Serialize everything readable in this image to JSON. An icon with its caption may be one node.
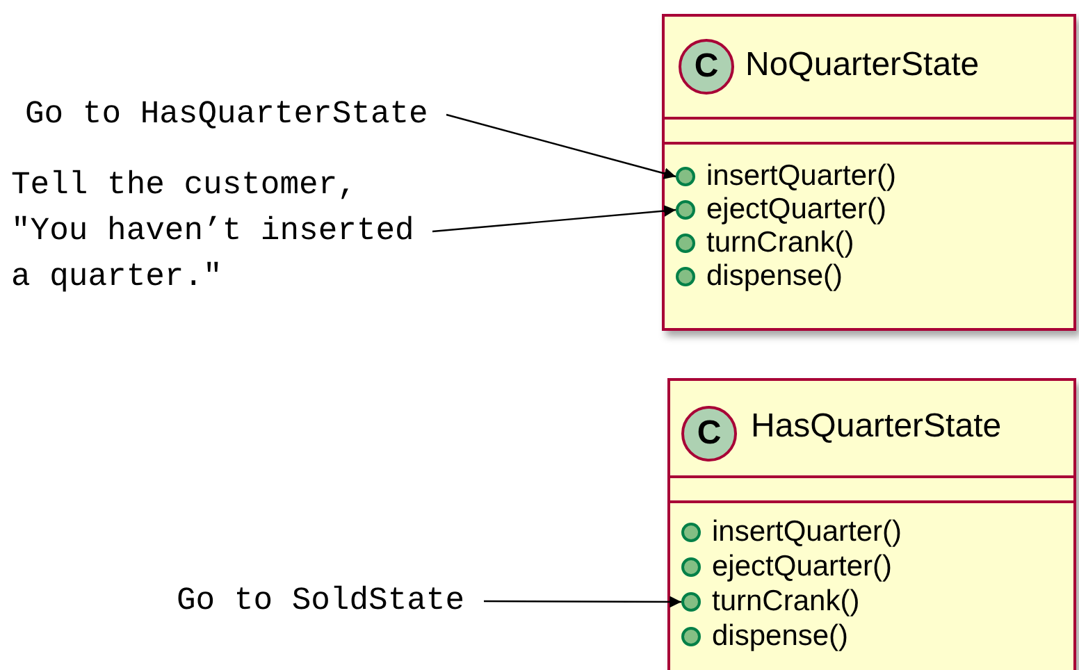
{
  "diagram": {
    "nodes": [
      {
        "text": [
          "NoQuarterState"
        ]
      },
      {
        "text": [
          "C"
        ],
        "in": 0
      },
      {
        "text": [
          "insertQuarter()"
        ],
        "in": 0
      },
      {
        "text": [
          "ejectQuarter()"
        ],
        "in": 0
      },
      {
        "text": [
          "turnCrank()"
        ],
        "in": 0
      },
      {
        "text": [
          "dispense()"
        ],
        "in": 0
      },
      {
        "text": [
          "HasQuarterState"
        ]
      },
      {
        "text": [
          "C"
        ],
        "in": 6
      },
      {
        "text": [
          "insertQuarter()"
        ],
        "in": 6
      },
      {
        "text": [
          "ejectQuarter()"
        ],
        "in": 6
      },
      {
        "text": [
          "turnCrank()"
        ],
        "in": 6
      },
      {
        "text": [
          "dispense()"
        ],
        "in": 6
      },
      {
        "text": [
          "Go to HasQuarterState"
        ]
      },
      {
        "text": [
          "Tell the customer, \"You haven’t inserted a quarter.\""
        ]
      },
      {
        "text": [
          "Go to SoldState"
        ]
      }
    ],
    "edges": [
      {
        "from": 12,
        "to": 2,
        "arrow": "to"
      },
      {
        "from": 13,
        "to": 3,
        "arrow": "to"
      },
      {
        "from": 14,
        "to": 10,
        "arrow": "to"
      }
    ]
  }
}
